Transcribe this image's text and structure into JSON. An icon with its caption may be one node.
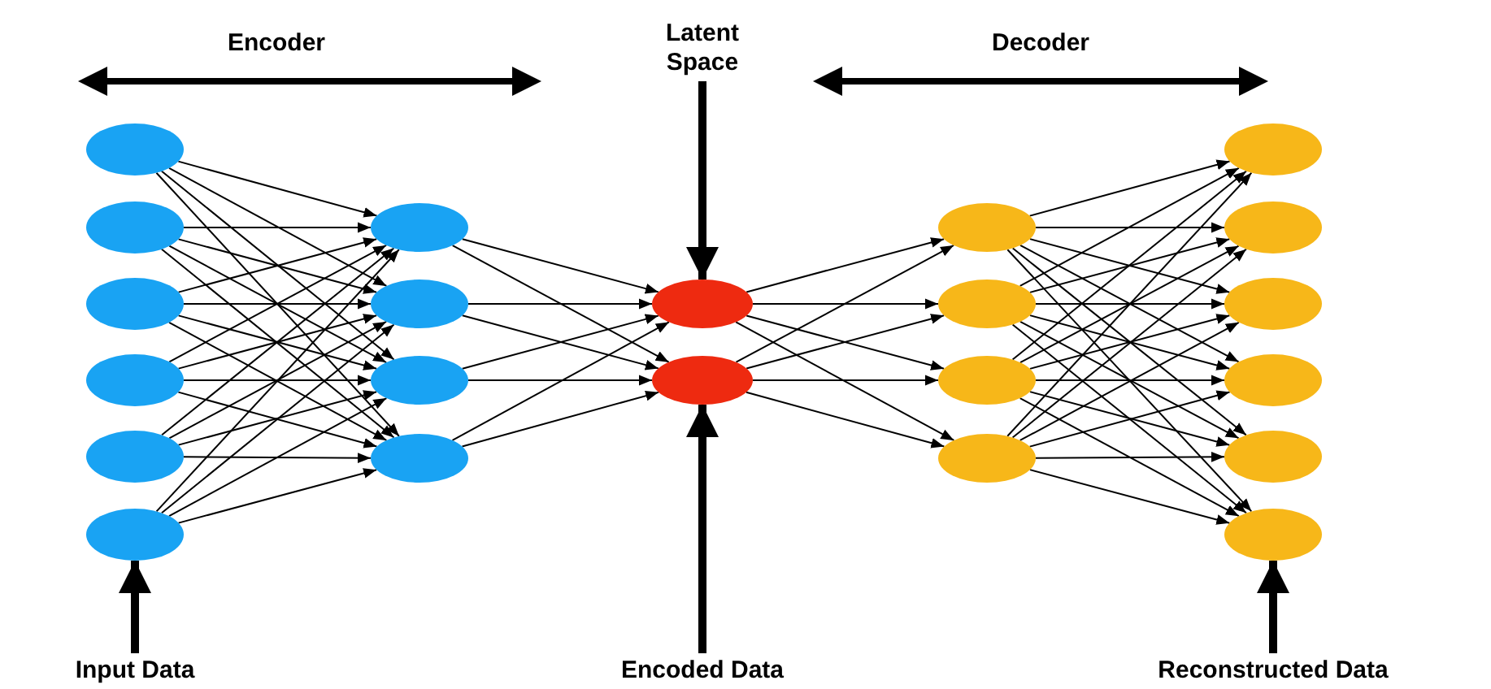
{
  "diagram": {
    "nodes": [
      {
        "text": [],
        "shape": "ellipse"
      },
      {
        "text": [],
        "shape": "ellipse"
      },
      {
        "text": [],
        "shape": "ellipse"
      },
      {
        "text": [],
        "shape": "ellipse"
      },
      {
        "text": [],
        "shape": "ellipse"
      },
      {
        "text": [],
        "shape": "ellipse"
      },
      {
        "text": [],
        "shape": "ellipse"
      },
      {
        "text": [],
        "shape": "ellipse"
      },
      {
        "text": [],
        "shape": "ellipse"
      },
      {
        "text": [],
        "shape": "ellipse"
      },
      {
        "text": [],
        "shape": "ellipse"
      },
      {
        "text": [],
        "shape": "ellipse"
      },
      {
        "text": [],
        "shape": "ellipse"
      },
      {
        "text": [],
        "shape": "ellipse"
      },
      {
        "text": [],
        "shape": "ellipse"
      },
      {
        "text": [],
        "shape": "ellipse"
      },
      {
        "text": [],
        "shape": "ellipse"
      },
      {
        "text": [],
        "shape": "ellipse"
      },
      {
        "text": [],
        "shape": "ellipse"
      },
      {
        "text": [],
        "shape": "ellipse"
      },
      {
        "text": [],
        "shape": "ellipse"
      },
      {
        "text": [],
        "shape": "ellipse"
      },
      {
        "text": [
          "Latent Space"
        ]
      },
      {
        "text": [
          "Input Data"
        ]
      },
      {
        "text": [
          "Encoded Data"
        ]
      },
      {
        "text": [
          "Reconstructed Data"
        ]
      }
    ],
    "edges": [
      {
        "from": 0,
        "to": 6,
        "arrow": "to"
      },
      {
        "from": 0,
        "to": 7,
        "arrow": "to"
      },
      {
        "from": 0,
        "to": 8,
        "arrow": "to"
      },
      {
        "from": 0,
        "to": 9,
        "arrow": "to"
      },
      {
        "from": 1,
        "to": 6,
        "arrow": "to"
      },
      {
        "from": 1,
        "to": 7,
        "arrow": "to"
      },
      {
        "from": 1,
        "to": 8,
        "arrow": "to"
      },
      {
        "from": 1,
        "to": 9,
        "arrow": "to"
      },
      {
        "from": 2,
        "to": 6,
        "arrow": "to"
      },
      {
        "from": 2,
        "to": 7,
        "arrow": "to"
      },
      {
        "from": 2,
        "to": 8,
        "arrow": "to"
      },
      {
        "from": 2,
        "to": 9,
        "arrow": "to"
      },
      {
        "from": 3,
        "to": 6,
        "arrow": "to"
      },
      {
        "from": 3,
        "to": 7,
        "arrow": "to"
      },
      {
        "from": 3,
        "to": 8,
        "arrow": "to"
      },
      {
        "from": 3,
        "to": 9,
        "arrow": "to"
      },
      {
        "from": 4,
        "to": 6,
        "arrow": "to"
      },
      {
        "from": 4,
        "to": 7,
        "arrow": "to"
      },
      {
        "from": 4,
        "to": 8,
        "arrow": "to"
      },
      {
        "from": 4,
        "to": 9,
        "arrow": "to"
      },
      {
        "from": 5,
        "to": 6,
        "arrow": "to"
      },
      {
        "from": 5,
        "to": 7,
        "arrow": "to"
      },
      {
        "from": 5,
        "to": 8,
        "arrow": "to"
      },
      {
        "from": 5,
        "to": 9,
        "arrow": "to"
      },
      {
        "from": 6,
        "to": 10,
        "arrow": "to"
      },
      {
        "from": 6,
        "to": 11,
        "arrow": "to"
      },
      {
        "from": 7,
        "to": 10,
        "arrow": "to"
      },
      {
        "from": 7,
        "to": 11,
        "arrow": "to"
      },
      {
        "from": 8,
        "to": 10,
        "arrow": "to"
      },
      {
        "from": 8,
        "to": 11,
        "arrow": "to"
      },
      {
        "from": 9,
        "to": 10,
        "arrow": "to"
      },
      {
        "from": 9,
        "to": 11,
        "arrow": "to"
      },
      {
        "from": 10,
        "to": 12,
        "arrow": "to"
      },
      {
        "from": 10,
        "to": 13,
        "arrow": "to"
      },
      {
        "from": 10,
        "to": 14,
        "arrow": "to"
      },
      {
        "from": 10,
        "to": 15,
        "arrow": "to"
      },
      {
        "from": 11,
        "to": 12,
        "arrow": "to"
      },
      {
        "from": 11,
        "to": 13,
        "arrow": "to"
      },
      {
        "from": 11,
        "to": 14,
        "arrow": "to"
      },
      {
        "from": 11,
        "to": 15,
        "arrow": "to"
      },
      {
        "from": 12,
        "to": 16,
        "arrow": "to"
      },
      {
        "from": 12,
        "to": 17,
        "arrow": "to"
      },
      {
        "from": 12,
        "to": 18,
        "arrow": "to"
      },
      {
        "from": 12,
        "to": 19,
        "arrow": "to"
      },
      {
        "from": 12,
        "to": 20,
        "arrow": "to"
      },
      {
        "from": 12,
        "to": 21,
        "arrow": "to"
      },
      {
        "from": 13,
        "to": 16,
        "arrow": "to"
      },
      {
        "from": 13,
        "to": 17,
        "arrow": "to"
      },
      {
        "from": 13,
        "to": 18,
        "arrow": "to"
      },
      {
        "from": 13,
        "to": 19,
        "arrow": "to"
      },
      {
        "from": 13,
        "to": 20,
        "arrow": "to"
      },
      {
        "from": 13,
        "to": 21,
        "arrow": "to"
      },
      {
        "from": 14,
        "to": 16,
        "arrow": "to"
      },
      {
        "from": 14,
        "to": 17,
        "arrow": "to"
      },
      {
        "from": 14,
        "to": 18,
        "arrow": "to"
      },
      {
        "from": 14,
        "to": 19,
        "arrow": "to"
      },
      {
        "from": 14,
        "to": 20,
        "arrow": "to"
      },
      {
        "from": 14,
        "to": 21,
        "arrow": "to"
      },
      {
        "from": 15,
        "to": 16,
        "arrow": "to"
      },
      {
        "from": 15,
        "to": 17,
        "arrow": "to"
      },
      {
        "from": 15,
        "to": 18,
        "arrow": "to"
      },
      {
        "from": 15,
        "to": 19,
        "arrow": "to"
      },
      {
        "from": 15,
        "to": 20,
        "arrow": "to"
      },
      {
        "from": 15,
        "to": 21,
        "arrow": "to"
      },
      {
        "from": 22,
        "to": 10,
        "arrow": "to",
        "style": "thick"
      },
      {
        "from": 23,
        "to": 5,
        "arrow": "to",
        "style": "thick"
      },
      {
        "from": 24,
        "to": 11,
        "arrow": "to",
        "style": "thick"
      },
      {
        "from": 25,
        "to": 21,
        "arrow": "to",
        "style": "thick"
      }
    ],
    "labels": [
      "Encoder",
      "Decoder"
    ]
  }
}
